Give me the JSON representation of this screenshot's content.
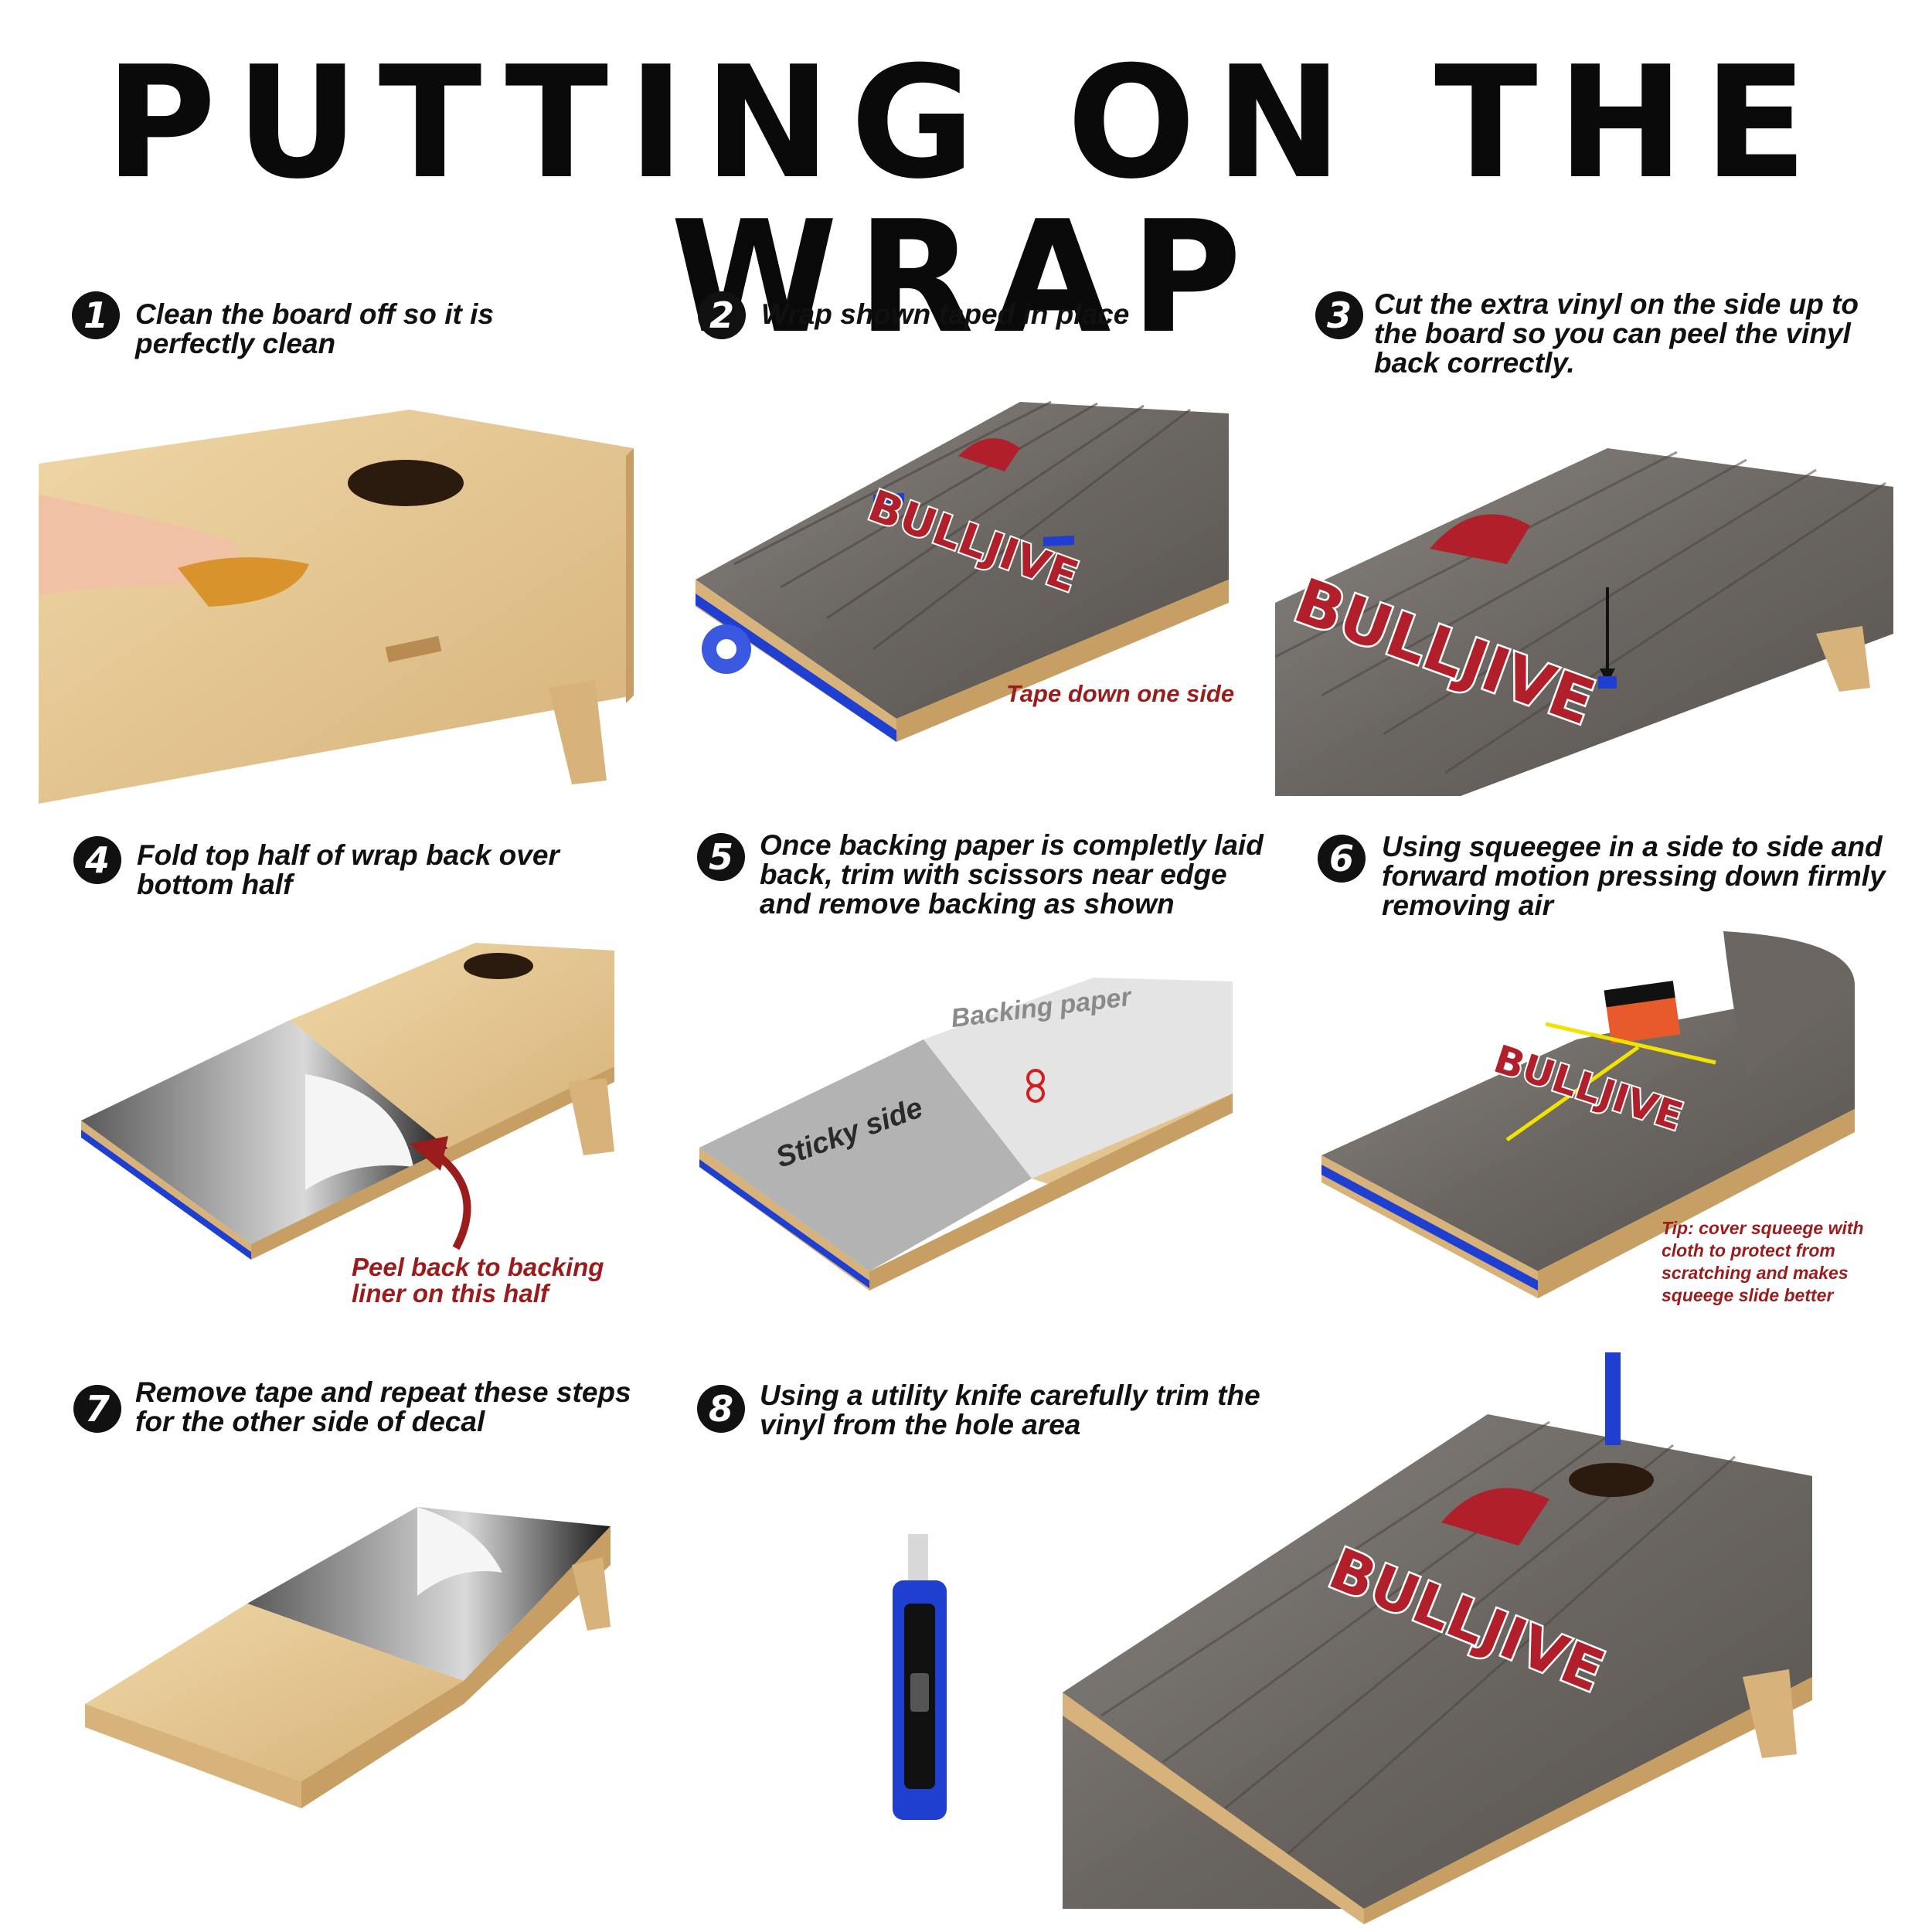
{
  "header": {
    "title": "PUTTING ON THE WRAP"
  },
  "steps": [
    {
      "number": "1",
      "text": "Clean the board off so it is perfectly clean"
    },
    {
      "number": "2",
      "text": "Wrap shown taped in place",
      "note": "Tape down one side"
    },
    {
      "number": "3",
      "text": "Cut the extra vinyl on the side up to the board so you can peel the vinyl back correctly."
    },
    {
      "number": "4",
      "text": "Fold top half of wrap back over bottom half",
      "note": "Peel back to backing liner on this half"
    },
    {
      "number": "5",
      "text": "Once backing paper is completly laid back, trim with scissors near edge and remove backing as shown",
      "label_backing": "Backing paper",
      "label_sticky": "Sticky side"
    },
    {
      "number": "6",
      "text": "Using squeegee in a side to side and forward motion pressing down firmly removing air",
      "note": "Tip: cover squeege with cloth to protect from scratching and makes squeege slide better"
    },
    {
      "number": "7",
      "text": "Remove tape and repeat  these steps for the other side of decal"
    },
    {
      "number": "8",
      "text": "Using a utility knife carefully trim the vinyl from the hole area"
    }
  ],
  "brand": {
    "logo_text": "BULLJIVE"
  },
  "colors": {
    "wood": "#e2c38d",
    "plank": "#6d6a66",
    "tape": "#1f3fd0",
    "note_red": "#9b1c1c",
    "title": "#0a0a0a"
  }
}
